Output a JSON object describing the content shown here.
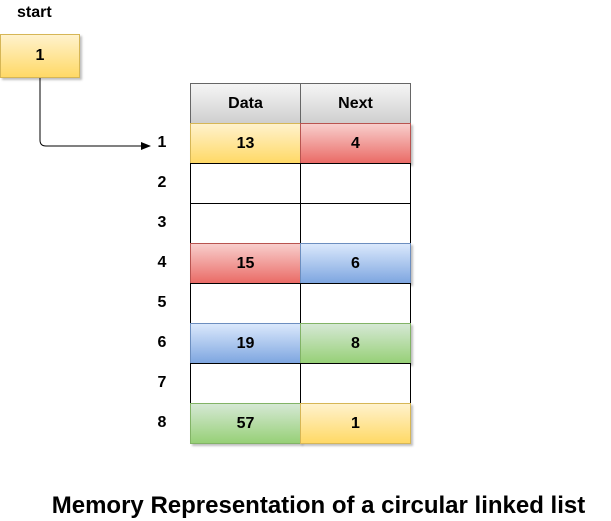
{
  "start": {
    "label": "start",
    "value": "1"
  },
  "table": {
    "headers": {
      "data": "Data",
      "next": "Next"
    },
    "rows": [
      {
        "index": "1",
        "data": "13",
        "next": "4",
        "data_color": "yellow",
        "next_color": "red"
      },
      {
        "index": "2",
        "data": "",
        "next": "",
        "data_color": "empty",
        "next_color": "empty"
      },
      {
        "index": "3",
        "data": "",
        "next": "",
        "data_color": "empty",
        "next_color": "empty"
      },
      {
        "index": "4",
        "data": "15",
        "next": "6",
        "data_color": "red",
        "next_color": "blue"
      },
      {
        "index": "5",
        "data": "",
        "next": "",
        "data_color": "empty",
        "next_color": "empty"
      },
      {
        "index": "6",
        "data": "19",
        "next": "8",
        "data_color": "blue",
        "next_color": "green"
      },
      {
        "index": "7",
        "data": "",
        "next": "",
        "data_color": "empty",
        "next_color": "empty"
      },
      {
        "index": "8",
        "data": "57",
        "next": "1",
        "data_color": "green",
        "next_color": "yellow"
      }
    ]
  },
  "colors": {
    "yellow": "#ffd966",
    "red": "#ea6b66",
    "blue": "#7ea6e0",
    "green": "#97d077"
  },
  "caption": "Memory Representation of a circular linked list"
}
